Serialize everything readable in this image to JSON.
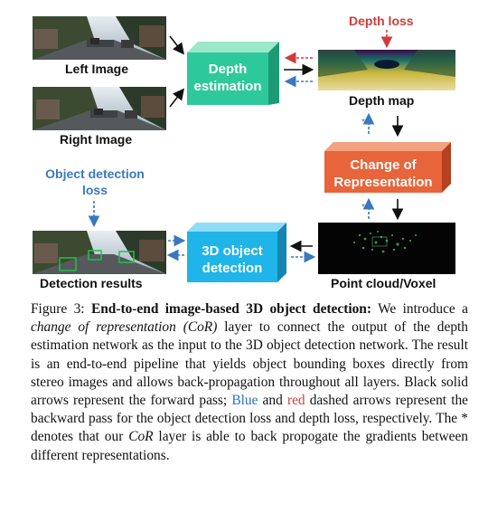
{
  "figure": {
    "labels": {
      "left_image": "Left Image",
      "right_image": "Right Image",
      "depth_loss": "Depth loss",
      "depth_map": "Depth map",
      "object_detection_loss_line1": "Object detection",
      "object_detection_loss_line2": "loss",
      "detection_results": "Detection results",
      "point_cloud": "Point cloud/Voxel"
    },
    "boxes": {
      "depth_estimation": [
        "Depth",
        "estimation"
      ],
      "cor": [
        "Change of",
        "Representation"
      ],
      "object_detection": [
        "3D object",
        "detection"
      ]
    },
    "colors": {
      "green_box": "#2ec99a",
      "orange_box": "#e8643a",
      "blue_box": "#1fb5e8",
      "backward_blue": "#3a78c0",
      "backward_red": "#d23a3a"
    }
  },
  "caption": {
    "figure_num": "Figure 3:",
    "title": "End-to-end image-based 3D object detection:",
    "t1": " We introduce a ",
    "t1_em": "change of representation (CoR)",
    "t2": " layer to connect the output of the depth estimation network as the input to the 3D object detection network. The result is an end-to-end pipeline that yields object bounding boxes directly from stereo images and allows back-propagation throughout all layers. Black solid arrows represent the forward pass; ",
    "blue_word": "Blue",
    "t3": " and ",
    "red_word": "red",
    "t4": " dashed arrows represent the backward pass for the object detection loss and depth loss, respectively. The * denotes that our ",
    "cor_em": "CoR",
    "t5": " layer is able to back propogate the gradients between different representations."
  }
}
